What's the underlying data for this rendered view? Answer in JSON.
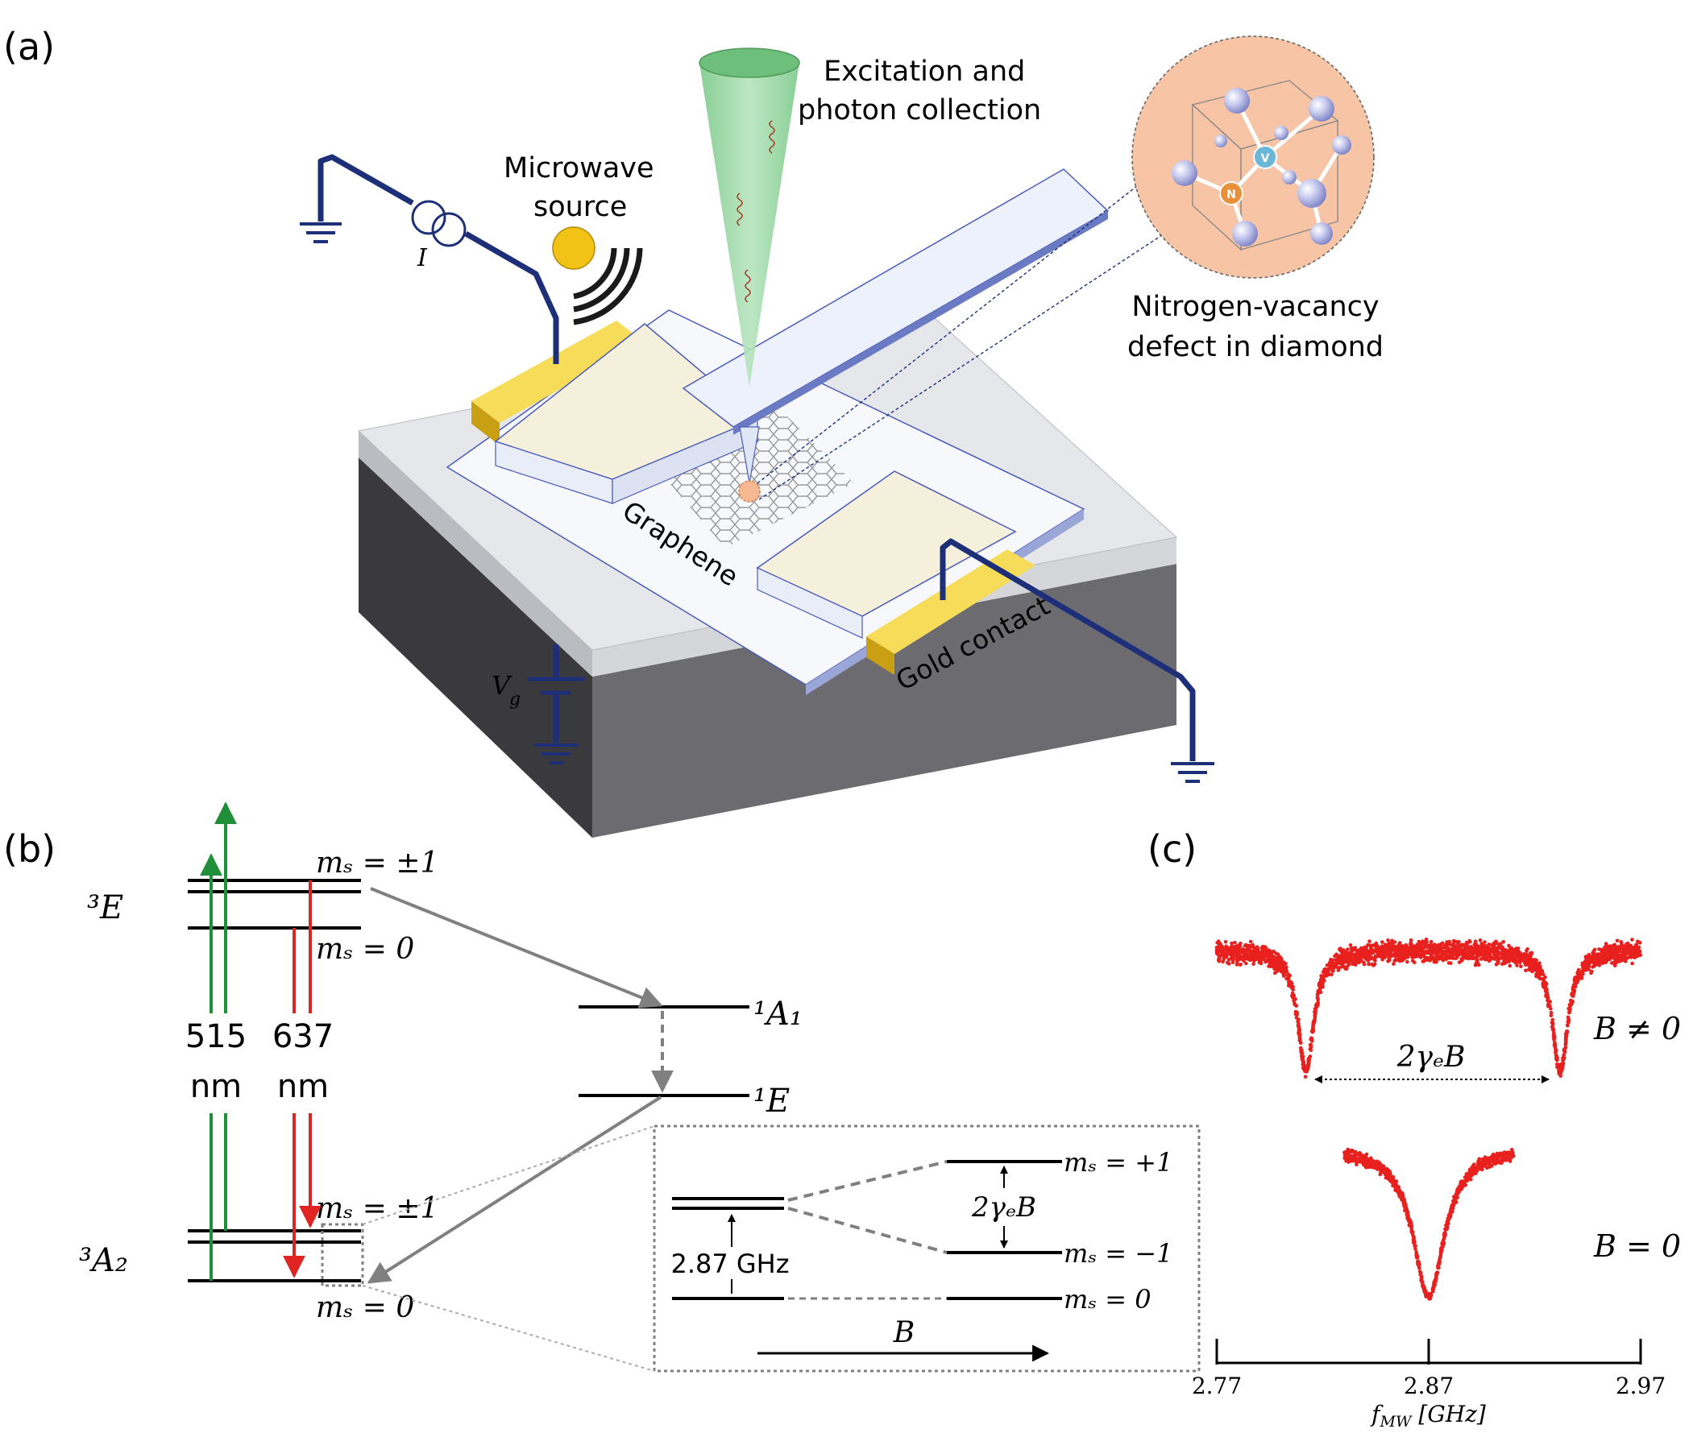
{
  "panel_a": {
    "label": "(a)",
    "excitation_line1": "Excitation and",
    "excitation_line2": "photon collection",
    "microwave_line1": "Microwave",
    "microwave_line2": "source",
    "nv_line1": "Nitrogen-vacancy",
    "nv_line2": "defect in diamond",
    "graphene": "Graphene",
    "gold_contact": "Gold contact",
    "current_symbol": "I",
    "gate_symbol": "V",
    "gate_subscript": "g",
    "atom_n": "N",
    "atom_v": "V",
    "colors": {
      "wire": "#1e2f7a",
      "gold": "#f2c62a",
      "laser": "#8fd19a",
      "nv_bg": "#f7c4a6",
      "substrate_dark": "#3a3a3e"
    }
  },
  "panel_b": {
    "label": "(b)",
    "e3_label": "³E",
    "a3_label": "³A₂",
    "a1_label": "¹A₁",
    "e1_label": "¹E",
    "ms_pm1_top": "mₛ = ±1",
    "ms_0_top": "mₛ = 0",
    "ms_pm1_bot": "mₛ = ±1",
    "ms_0_bot": "mₛ = 0",
    "green_num": "515",
    "green_unit": "nm",
    "red_num": "637",
    "red_unit": "nm",
    "inset_ms_p1": "mₛ = +1",
    "inset_ms_m1": "mₛ = −1",
    "inset_ms_0": "mₛ = 0",
    "zfs": "2.87 GHz",
    "splitting": "2γₑB",
    "field": "B",
    "colors": {
      "green": "#1f8f3a",
      "red": "#e02424",
      "gray": "#808080"
    }
  },
  "panel_c": {
    "label": "(c)",
    "top_label": "B ≠ 0",
    "bottom_label": "B = 0",
    "splitting": "2γₑB",
    "axis_label": "f",
    "axis_sub": "MW",
    "axis_unit": " [GHz]",
    "ticks": [
      "2.77",
      "2.87",
      "2.97"
    ],
    "color": "#e8201e"
  },
  "chart_data": {
    "type": "scatter",
    "title": "",
    "xlabel": "f_MW [GHz]",
    "ylabel": "",
    "xlim": [
      2.77,
      2.97
    ],
    "x_ticks": [
      2.77,
      2.87,
      2.97
    ],
    "grid": false,
    "series": [
      {
        "name": "B ≠ 0",
        "dips_ghz": [
          2.812,
          2.932
        ],
        "x_range": [
          2.77,
          2.97
        ]
      },
      {
        "name": "B = 0",
        "dips_ghz": [
          2.87
        ],
        "x_range": [
          2.83,
          2.91
        ]
      }
    ]
  }
}
